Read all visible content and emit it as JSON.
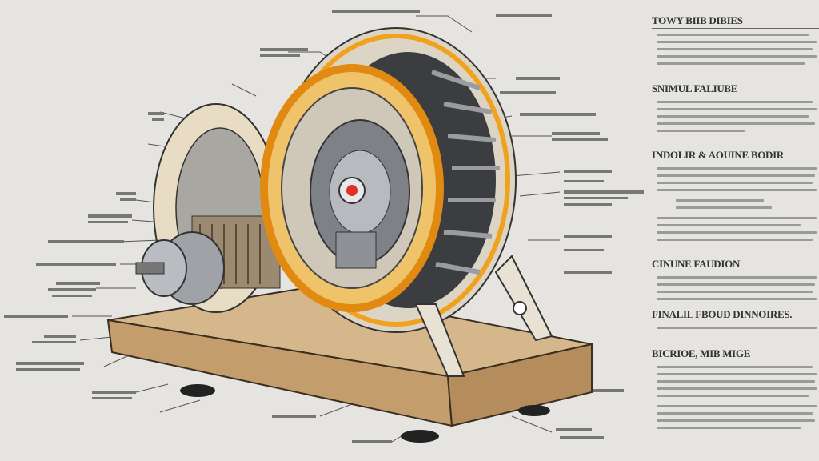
{
  "illustration": {
    "subject": "motor-cutaway",
    "colors": {
      "background": "#e5e4e1",
      "ring": "#f0a21c",
      "wood": "#c9a57a",
      "metal": "#8d9094",
      "accent": "#e0302a"
    }
  },
  "spec_panel": {
    "headings": [
      "TOWY BIIB DIBIES",
      "SNIMUL FALIUBE",
      "INDOLIR & AOUINE BODIR",
      "CINUNE FAUDION",
      "FINALIL FBOUD DINNOIRES.",
      "BICRIOE, MIB MIGE"
    ]
  }
}
